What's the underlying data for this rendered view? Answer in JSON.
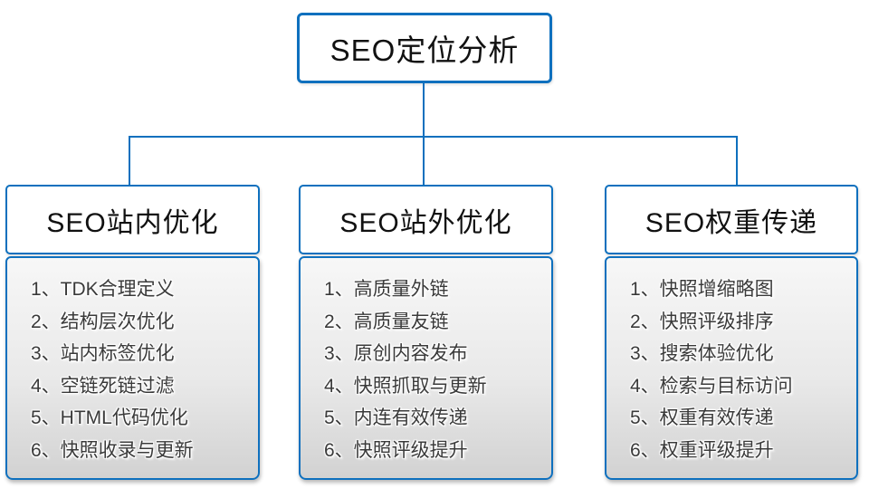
{
  "colors": {
    "accent": "#0E70BE",
    "list-top": "#F7F7F7",
    "list-bottom": "#D2D2D2",
    "list-text": "#3A3A3A"
  },
  "root": {
    "title": "SEO定位分析"
  },
  "columns": [
    {
      "title": "SEO站内优化",
      "items": [
        "1、TDK合理定义",
        "2、结构层次优化",
        "3、站内标签优化",
        "4、空链死链过滤",
        "5、HTML代码优化",
        "6、快照收录与更新"
      ]
    },
    {
      "title": "SEO站外优化",
      "items": [
        "1、高质量外链",
        "2、高质量友链",
        "3、原创内容发布",
        "4、快照抓取与更新",
        "5、内连有效传递",
        "6、快照评级提升"
      ]
    },
    {
      "title": "SEO权重传递",
      "items": [
        "1、快照增缩略图",
        "2、快照评级排序",
        "3、搜索体验优化",
        "4、检索与目标访问",
        "5、权重有效传递",
        "6、权重评级提升"
      ]
    }
  ]
}
